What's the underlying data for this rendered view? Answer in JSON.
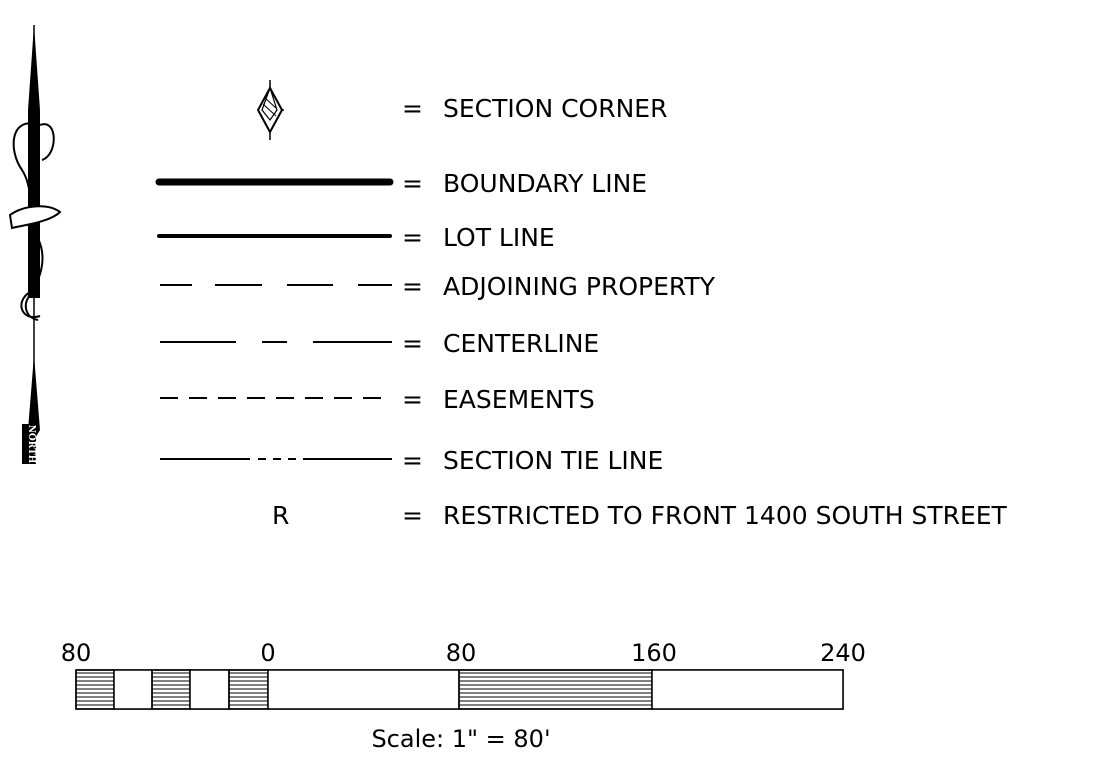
{
  "legend": {
    "items": [
      {
        "symbol": "section-corner",
        "equals": "=",
        "label": "SECTION CORNER"
      },
      {
        "symbol": "boundary-line",
        "equals": "=",
        "label": "BOUNDARY LINE"
      },
      {
        "symbol": "lot-line",
        "equals": "=",
        "label": "LOT LINE"
      },
      {
        "symbol": "adjoining-property-line",
        "equals": "=",
        "label": "ADJOINING PROPERTY"
      },
      {
        "symbol": "centerline",
        "equals": "=",
        "label": "CENTERLINE"
      },
      {
        "symbol": "easement-line",
        "equals": "=",
        "label": "EASEMENTS"
      },
      {
        "symbol": "section-tie-line",
        "equals": "=",
        "label": "SECTION TIE LINE"
      },
      {
        "symbol_text": "R",
        "equals": "=",
        "label": "RESTRICTED TO FRONT 1400 SOUTH STREET"
      }
    ]
  },
  "north_arrow": {
    "label": "NORTH",
    "icon": "north-arrow-icon"
  },
  "scale_bar": {
    "ticks": [
      "80",
      "0",
      "80",
      "160",
      "240"
    ],
    "caption": "Scale: 1\" = 80'"
  },
  "colors": {
    "ink": "#000000",
    "paper": "#ffffff"
  }
}
